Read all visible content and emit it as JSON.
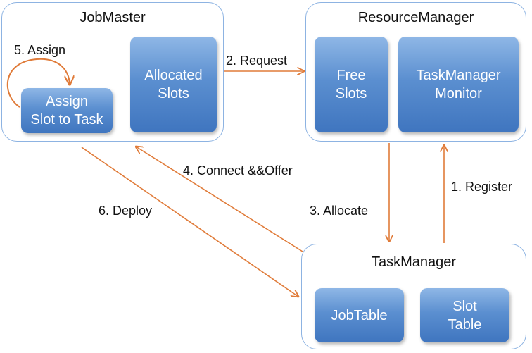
{
  "job_master": {
    "title": "JobMaster",
    "assign_tile": "Assign\nSlot to Task",
    "allocated_tile": "Allocated\nSlots"
  },
  "resource_manager": {
    "title": "ResourceManager",
    "free_tile": "Free\nSlots",
    "monitor_tile": "TaskManager\nMonitor"
  },
  "task_manager": {
    "title": "TaskManager",
    "jobtable_tile": "JobTable",
    "slot_table_tile": "Slot\nTable"
  },
  "edges": {
    "assign": "5. Assign",
    "request": "2. Request",
    "connect_offer": "4. Connect &&Offer",
    "deploy": "6. Deploy",
    "allocate": "3. Allocate",
    "register": "1. Register"
  },
  "colors": {
    "container_border": "#8db3e2",
    "tile_fill": "#5b8fd0",
    "arrow": "#e07b39"
  }
}
